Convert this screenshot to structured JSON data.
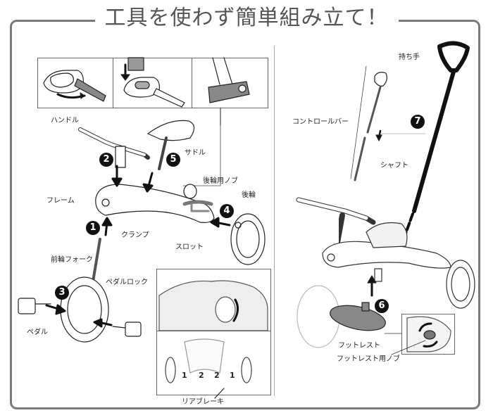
{
  "title": "工具を使わず簡単組み立て！",
  "colors": {
    "frame": "#7a7a7a",
    "title_text": "#555555",
    "ink": "#111111",
    "gray_fill": "#9a9a9a"
  },
  "left_panel": {
    "clamp_sequence_panels": [
      "clamp-open-rotate",
      "insert-post",
      "clamp-closed"
    ],
    "labels": {
      "handle": "ハンドル",
      "saddle": "サドル",
      "rear_wheel_knob": "後輪用ノブ",
      "rear_wheel": "後輪",
      "frame": "フレーム",
      "clamp": "クランプ",
      "slot": "スロット",
      "front_fork": "前輪フォーク",
      "pedal_lock": "ペダルロック",
      "pedal": "ペダル",
      "rear_brake": "リアブレーキ"
    },
    "steps": [
      "1",
      "2",
      "3",
      "4",
      "5"
    ],
    "brake_detail_numbers": [
      "1",
      "2",
      "2",
      "1"
    ]
  },
  "right_panel": {
    "labels": {
      "grip": "持ち手",
      "control_bar": "コントロールバー",
      "shaft": "シャフト",
      "footrest": "フットレスト",
      "footrest_knob": "フットレスト用ノブ"
    },
    "steps": [
      "6",
      "7"
    ]
  }
}
